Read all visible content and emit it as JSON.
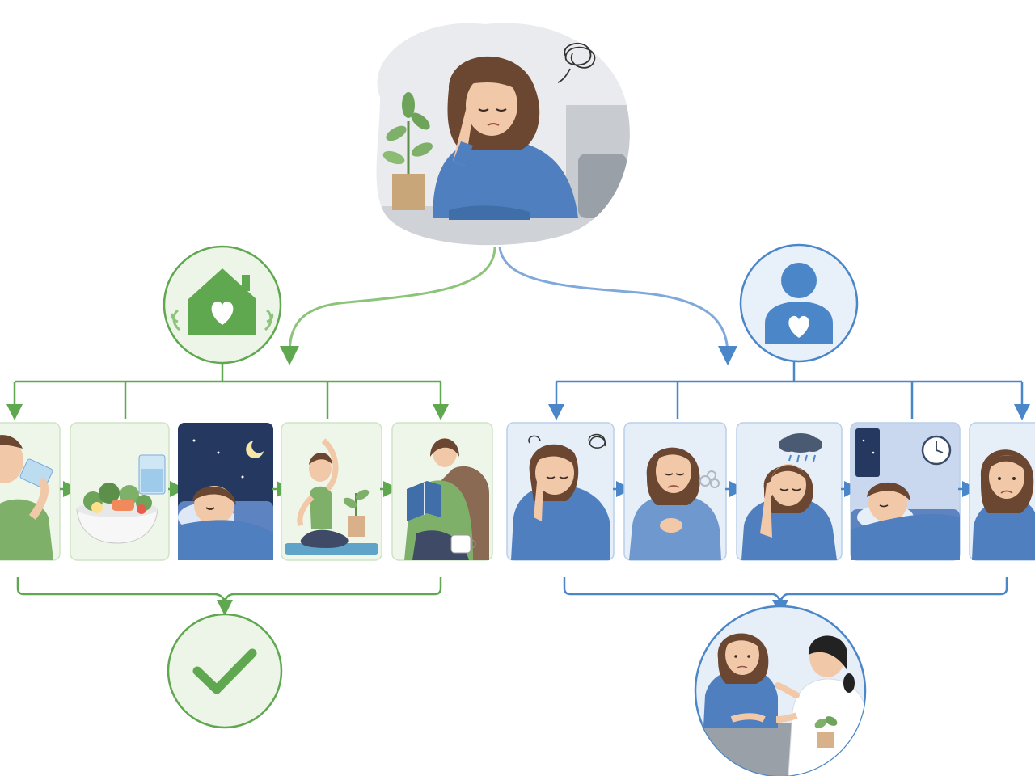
{
  "colors": {
    "green": "#5fa84f",
    "green_light": "#edf5e8",
    "green_panel_bg": "#eef6ea",
    "blue": "#4a86c8",
    "blue_light": "#e8f0fa",
    "blue_panel_bg": "#e6eef8",
    "shirt_blue": "#4f7fbf",
    "hair": "#6b4630",
    "skin": "#f2c9a8",
    "night": "#25385f"
  },
  "icons": {
    "top": "stressed-woman-illustration",
    "left_branch": "home-heart-icon",
    "right_branch": "person-heart-icon",
    "left_outcome": "checkmark-icon",
    "right_outcome": "doctor-consultation-illustration"
  },
  "left_steps": [
    {
      "name": "drinking-water-panel",
      "scene": "drink-water"
    },
    {
      "name": "healthy-meal-panel",
      "scene": "salad-bowl"
    },
    {
      "name": "sleep-at-night-panel",
      "scene": "sleep-night"
    },
    {
      "name": "yoga-stretch-panel",
      "scene": "yoga"
    },
    {
      "name": "reading-relax-panel",
      "scene": "reading"
    }
  ],
  "right_steps": [
    {
      "name": "headache-stress-panel",
      "scene": "headache"
    },
    {
      "name": "chest-discomfort-panel",
      "scene": "chest"
    },
    {
      "name": "low-mood-panel",
      "scene": "rain-cloud"
    },
    {
      "name": "insomnia-panel",
      "scene": "insomnia"
    },
    {
      "name": "persistent-sadness-panel",
      "scene": "sad"
    }
  ]
}
